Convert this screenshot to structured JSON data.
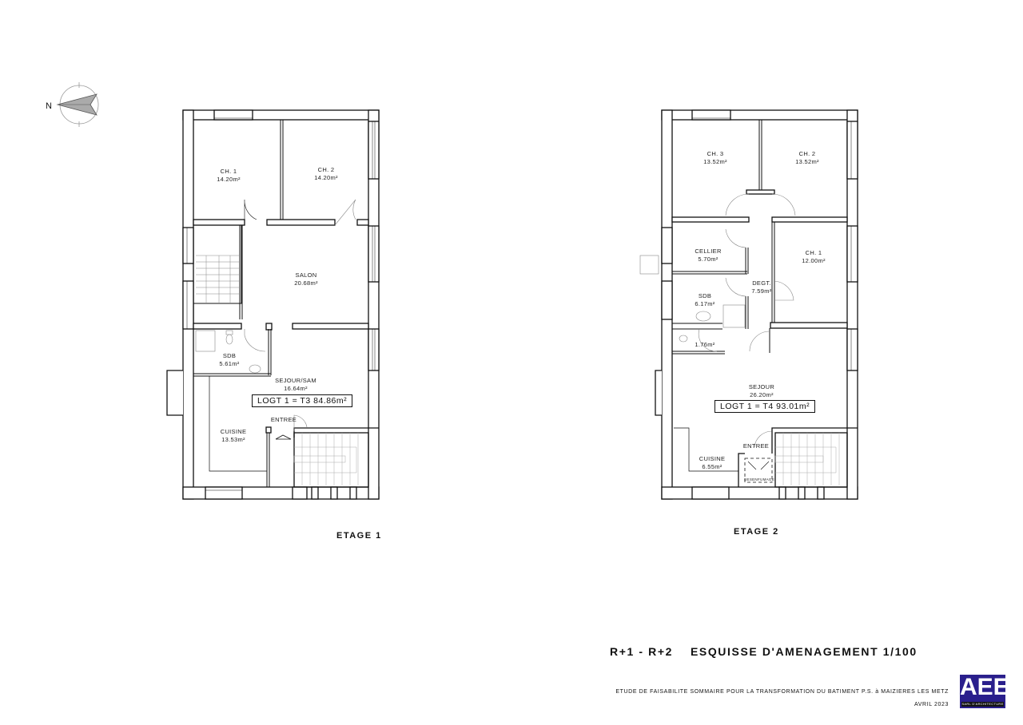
{
  "compass": {
    "label": "N",
    "icon": "north-arrow-icon"
  },
  "etage1": {
    "label": "ETAGE 1",
    "rooms": [
      {
        "name": "CH. 1",
        "area": "14.20m²"
      },
      {
        "name": "CH. 2",
        "area": "14.20m²"
      },
      {
        "name": "SALON",
        "area": "20.68m²"
      },
      {
        "name": "SDB",
        "area": "5.61m²"
      },
      {
        "name": "SEJOUR/SAM",
        "area": "16.64m²"
      },
      {
        "name": "CUISINE",
        "area": "13.53m²"
      }
    ],
    "entree": "ENTREE",
    "logt": "LOGT 1 = T3   84.86m²"
  },
  "etage2": {
    "label": "ETAGE 2",
    "rooms": [
      {
        "name": "CH. 3",
        "area": "13.52m²"
      },
      {
        "name": "CH. 2",
        "area": "13.52m²"
      },
      {
        "name": "CELLIER",
        "area": "5.70m²"
      },
      {
        "name": "CH. 1",
        "area": "12.00m²"
      },
      {
        "name": "DEGT.",
        "area": "7.59m²"
      },
      {
        "name": "SDB",
        "area": "6.17m²"
      },
      {
        "name": "WC",
        "area": "1.76m²"
      },
      {
        "name": "SEJOUR",
        "area": "26.20m²"
      },
      {
        "name": "CUISINE",
        "area": "6.55m²"
      }
    ],
    "entree": "ENTREE",
    "desenfumage": "DESENFUMAGE",
    "logt": "LOGT 1 = T4   93.01m²"
  },
  "title": "R+1 - R+2    ESQUISSE D'AMENAGEMENT 1/100",
  "subtitle": "ETUDE DE FAISABILITE SOMMAIRE POUR LA TRANSFORMATION DU BATIMENT P.S. à MAIZIERES LES METZ",
  "date": "AVRIL 2023",
  "logo": {
    "letters": "AEE",
    "band": "SARL D'ARCHITECTURE",
    "color": "#2a1f8c"
  }
}
